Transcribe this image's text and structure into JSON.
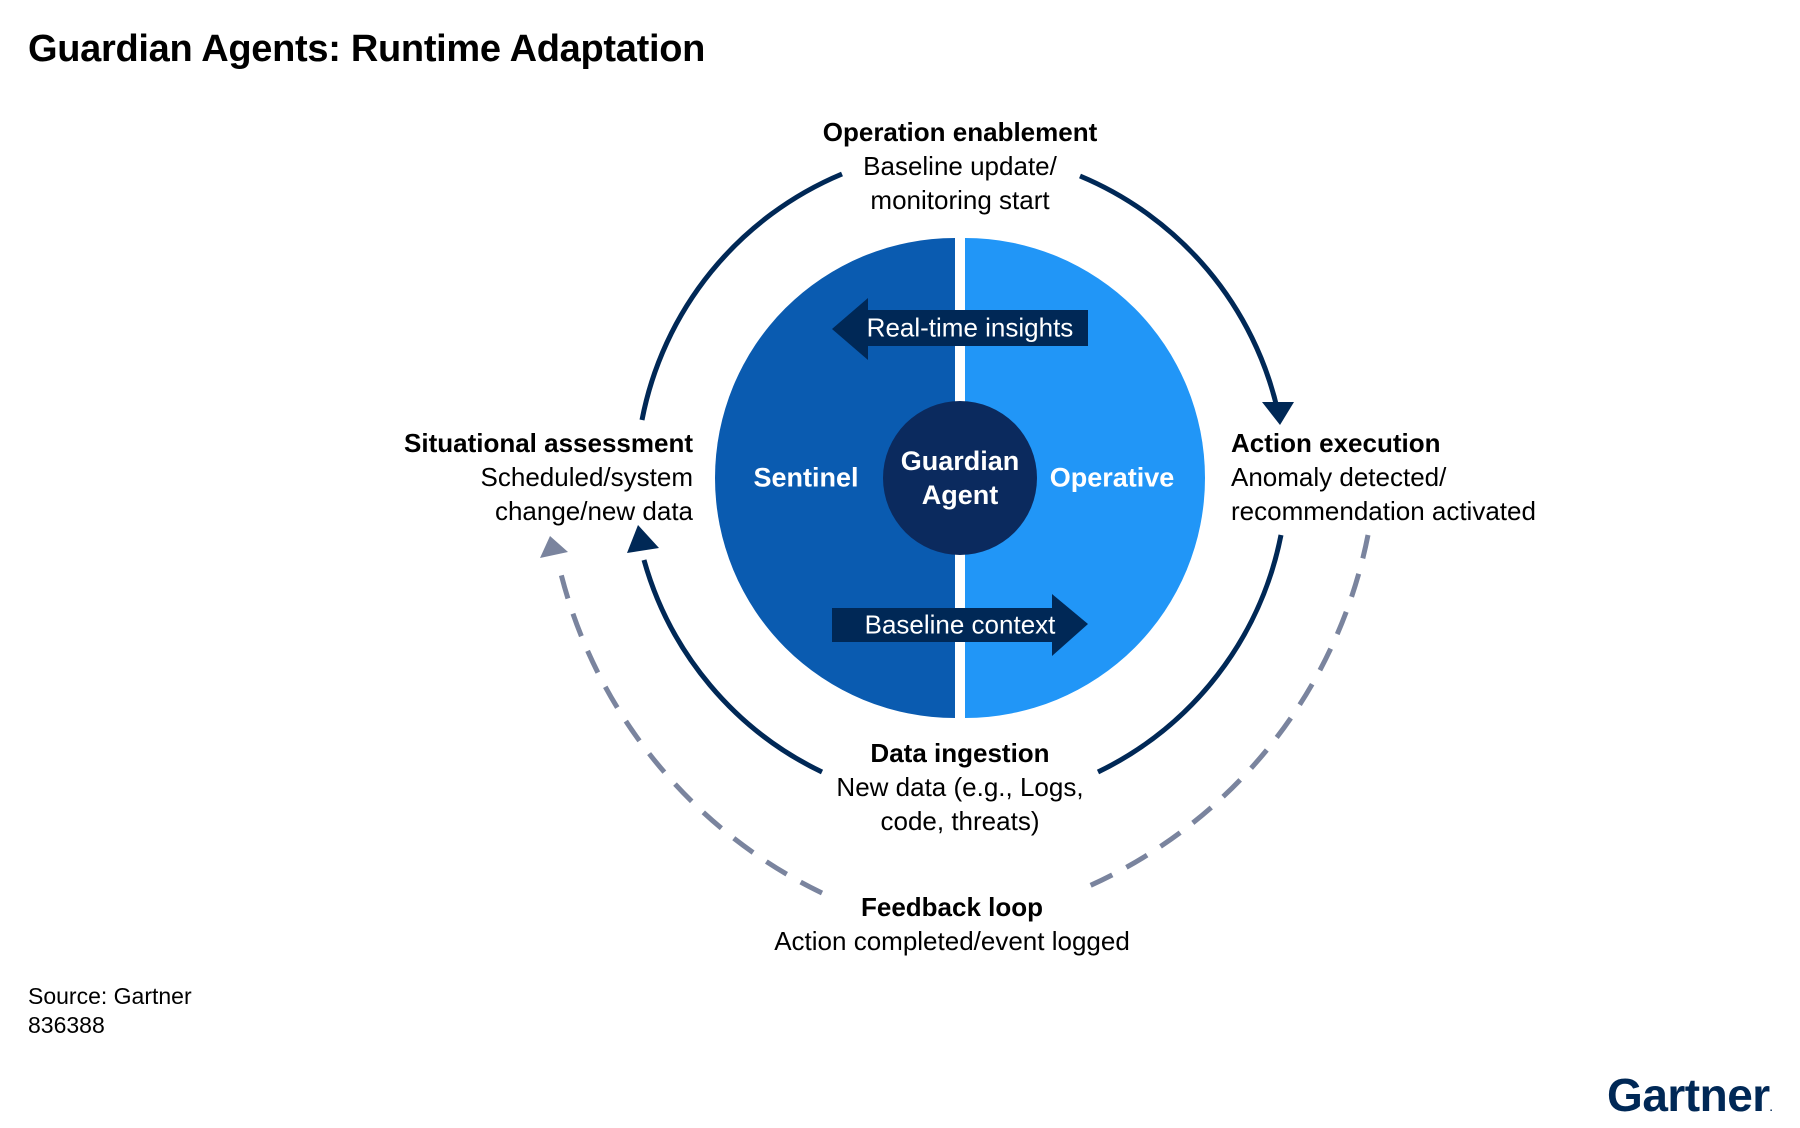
{
  "title": "Guardian Agents: Runtime Adaptation",
  "colors": {
    "navy": "#002856",
    "sentinel": "#0a5bb0",
    "operative": "#2196f7",
    "dashed": "#7a849e",
    "white": "#ffffff"
  },
  "stages": {
    "operation_enablement": {
      "heading": "Operation enablement",
      "lines": [
        "Baseline update/",
        "monitoring start"
      ]
    },
    "action_execution": {
      "heading": "Action execution",
      "lines": [
        "Anomaly detected/",
        "recommendation activated"
      ]
    },
    "data_ingestion": {
      "heading": "Data ingestion",
      "lines": [
        "New data (e.g., Logs,",
        "code, threats)"
      ]
    },
    "situational_assessment": {
      "heading": "Situational assessment",
      "lines": [
        "Scheduled/system",
        "change/new data"
      ]
    },
    "feedback_loop": {
      "heading": "Feedback loop",
      "lines": [
        "Action completed/event logged"
      ]
    }
  },
  "core": {
    "left_label": "Sentinel",
    "right_label": "Operative",
    "center_lines": [
      "Guardian",
      "Agent"
    ],
    "top_arrow": "Real-time insights",
    "bottom_arrow": "Baseline context"
  },
  "footer": {
    "source": "Source: Gartner",
    "id": "836388",
    "brand": "Gartner"
  }
}
